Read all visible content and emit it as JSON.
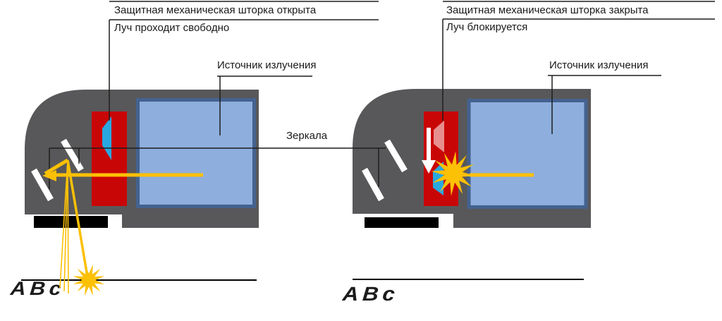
{
  "colors": {
    "device_gray": "#58585a",
    "housing_red": "#c90606",
    "source_blue": "#8eaedd",
    "source_border": "#44628f",
    "glass_cyan": "#29a8e0",
    "beam_yellow": "#fcc005",
    "mirror_white": "#ffffff",
    "line_black": "#1d1d1b",
    "text_black": "#1a1a1a"
  },
  "left_diagram": {
    "shutter_state_label": "Защитная механическая шторка открыта",
    "beam_state_label": "Луч проходит свободно",
    "source_label": "Источник излучения",
    "workpiece_text": "АВс"
  },
  "shared": {
    "mirrors_label": "Зеркала"
  },
  "right_diagram": {
    "shutter_state_label": "Защитная механическая шторка закрыта",
    "beam_state_label": "Луч блокируется",
    "source_label": "Источник излучения",
    "workpiece_text": "АВс"
  }
}
